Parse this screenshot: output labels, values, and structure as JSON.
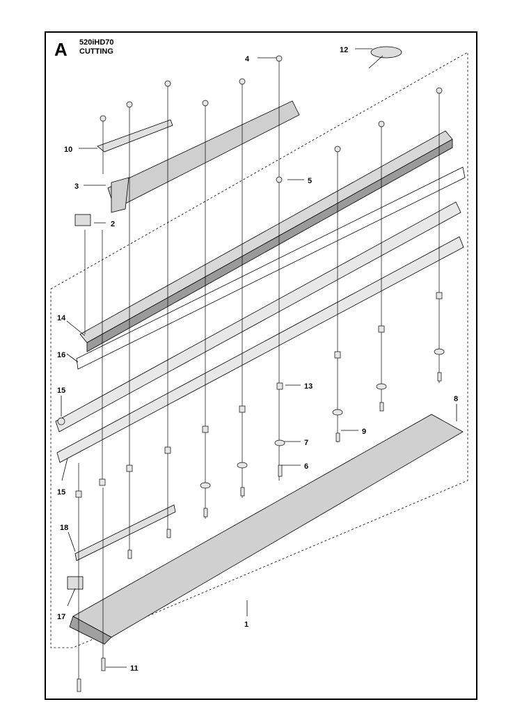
{
  "header": {
    "section_letter": "A",
    "model": "520iHD70",
    "section_name": "CUTTING"
  },
  "callouts": [
    {
      "id": "c1",
      "text": "1"
    },
    {
      "id": "c2",
      "text": "2"
    },
    {
      "id": "c3",
      "text": "3"
    },
    {
      "id": "c4",
      "text": "4"
    },
    {
      "id": "c5",
      "text": "5"
    },
    {
      "id": "c6",
      "text": "6"
    },
    {
      "id": "c7",
      "text": "7"
    },
    {
      "id": "c8",
      "text": "8"
    },
    {
      "id": "c9",
      "text": "9"
    },
    {
      "id": "c10",
      "text": "10"
    },
    {
      "id": "c11",
      "text": "11"
    },
    {
      "id": "c12",
      "text": "12"
    },
    {
      "id": "c13",
      "text": "13"
    },
    {
      "id": "c14",
      "text": "14"
    },
    {
      "id": "c15a",
      "text": "15"
    },
    {
      "id": "c15b",
      "text": "15"
    },
    {
      "id": "c16",
      "text": "16"
    },
    {
      "id": "c17",
      "text": "17"
    },
    {
      "id": "c18",
      "text": "18"
    }
  ]
}
